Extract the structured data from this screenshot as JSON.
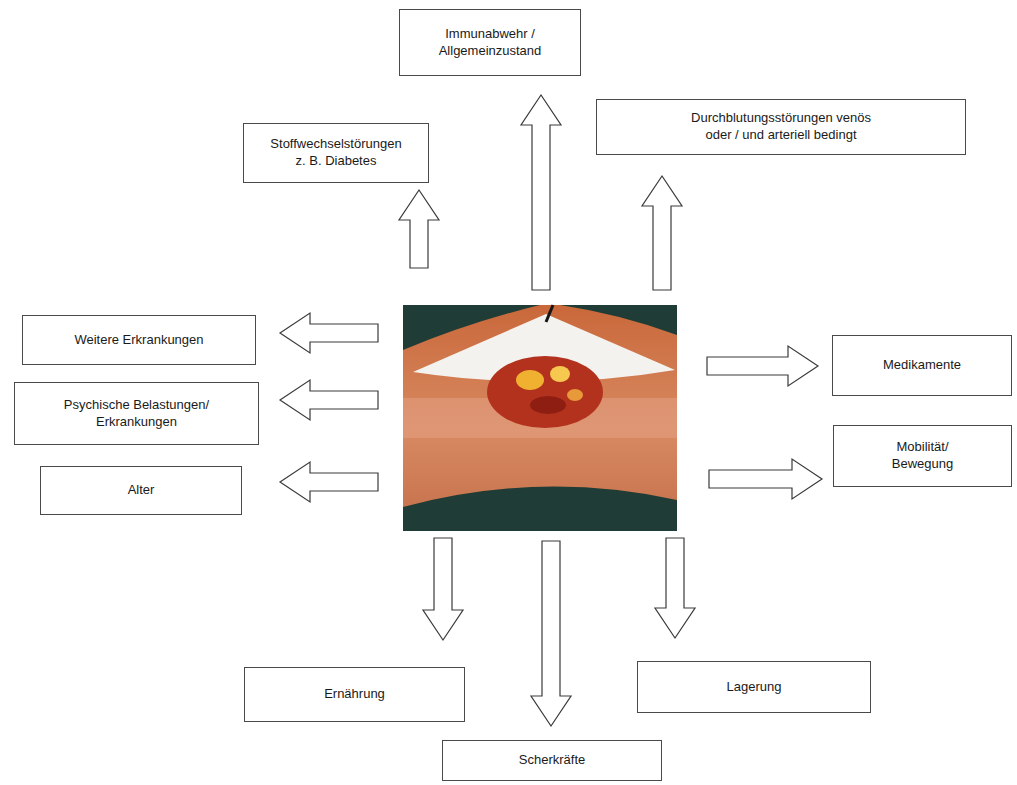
{
  "diagram": {
    "nodes": [
      {
        "text": [
          "Immunabwehr / Allgemeinzustand"
        ]
      },
      {
        "text": [
          "Stoffwechselstörungen z. B. Diabetes"
        ]
      },
      {
        "text": [
          "Durchblutungsstörungen venös oder / und arteriell bedingt"
        ]
      },
      {
        "text": [
          "Weitere Erkrankungen"
        ]
      },
      {
        "text": [
          "Medikamente"
        ]
      },
      {
        "text": [
          "Psychische Belastungen/ Erkrankungen"
        ]
      },
      {
        "text": [
          "Mobilität/ Bewegung"
        ]
      },
      {
        "text": [
          "Alter"
        ]
      },
      {
        "text": [
          "Ernährung"
        ]
      },
      {
        "text": [
          "Lagerung"
        ]
      },
      {
        "text": [
          "Scherkräfte"
        ]
      }
    ]
  }
}
